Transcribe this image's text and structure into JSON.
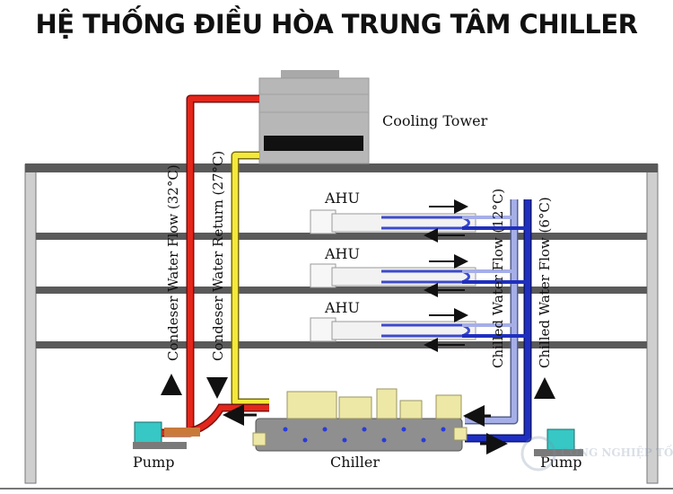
{
  "title": "HỆ THỐNG ĐIỀU HÒA TRUNG TÂM CHILLER",
  "labels": {
    "cooling_tower": "Cooling Tower",
    "ahu": "AHU",
    "chiller": "Chiller",
    "pump_left": "Pump",
    "pump_right": "Pump",
    "condenser_flow": "Condeser Water Flow (32°C)",
    "condenser_return": "Condeser Water Return (27°C)",
    "chilled_flow_12": "Chilled Water Flow (12°C)",
    "chilled_flow_6": "Chilled Water Flow (6°C)",
    "watermark": "CÔNG NGHIỆP TỐT"
  },
  "colors": {
    "condenser_flow": "#e3261b",
    "condenser_return": "#f4e83a",
    "chilled_supply": "#1f2fbf",
    "chilled_return": "#a6aee8",
    "floor": "#5a5a5a",
    "tower": "#b7b7b7",
    "chiller_body": "#eee8a6"
  }
}
